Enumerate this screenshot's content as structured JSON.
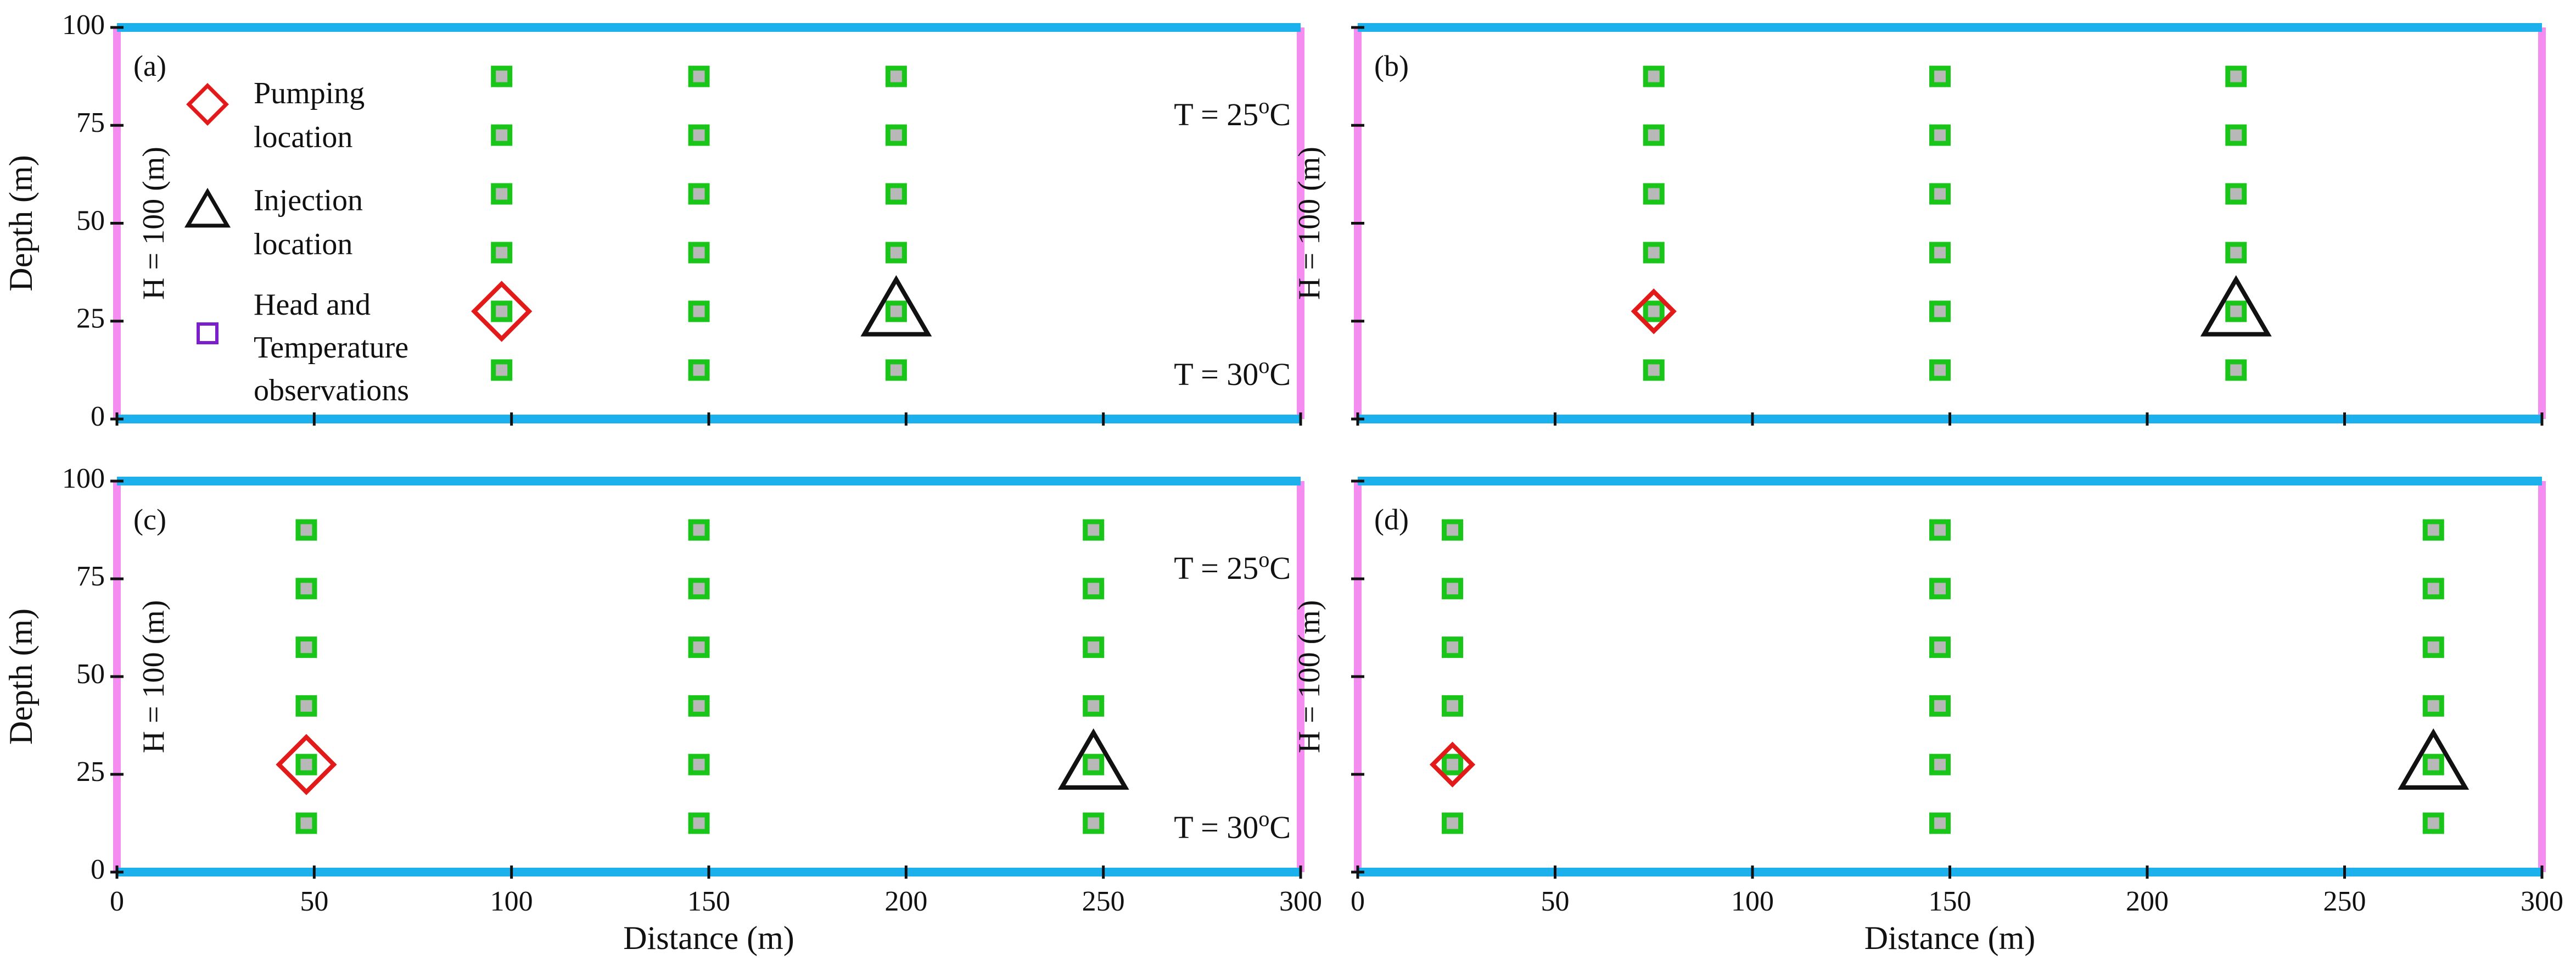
{
  "colors": {
    "boundary_top_bottom": "#1CB0EC",
    "boundary_sides": "#F58CF0",
    "observation_edge": "#19C519",
    "observation_fill": "#B8B8B8",
    "legend_observation_edge": "#7A1FC9",
    "pumping": "#E21A1A",
    "injection": "#111111",
    "axis": "#111111"
  },
  "chart_data": [
    {
      "type": "scatter",
      "panel_label": "(a)",
      "xlim": [
        0,
        300
      ],
      "ylim": [
        0,
        100
      ],
      "xticks": [
        0,
        50,
        100,
        150,
        200,
        250,
        300
      ],
      "yticks": [
        0,
        25,
        50,
        75,
        100
      ],
      "xtick_labels": [],
      "ytick_labels": [
        "0",
        "25",
        "50",
        "75",
        "100"
      ],
      "xlabel": "",
      "ylabel": "Depth (m)",
      "side_label": "H = 100 (m)",
      "temp_top": {
        "text": "T = 25",
        "sup": "o",
        "unit": "C"
      },
      "temp_bottom": {
        "text": "T = 30",
        "sup": "o",
        "unit": "C"
      },
      "observations": {
        "x": [
          97.5,
          147.5,
          197.5
        ],
        "depths": [
          87.5,
          72.5,
          57.5,
          42.5,
          27.5,
          12.5
        ]
      },
      "pumping": {
        "x": 97.5,
        "y": 27.5,
        "size": "large"
      },
      "injection": {
        "x": 197.5,
        "y": 27.5,
        "size": "large"
      },
      "legend": {
        "items": [
          {
            "symbol": "diamond",
            "lines": [
              "Pumping",
              "location"
            ]
          },
          {
            "symbol": "triangle",
            "lines": [
              "Injection",
              "location"
            ]
          },
          {
            "symbol": "square",
            "lines": [
              "Head and",
              "Temperature",
              "observations"
            ]
          }
        ]
      }
    },
    {
      "type": "scatter",
      "panel_label": "(b)",
      "xlim": [
        0,
        300
      ],
      "ylim": [
        0,
        100
      ],
      "xticks": [
        0,
        50,
        100,
        150,
        200,
        250,
        300
      ],
      "yticks": [
        0,
        25,
        50,
        75,
        100
      ],
      "xtick_labels": [],
      "ytick_labels": [],
      "xlabel": "",
      "ylabel": "",
      "side_label": "H = 100 (m)",
      "observations": {
        "x": [
          75,
          147.5,
          222.5
        ],
        "depths": [
          87.5,
          72.5,
          57.5,
          42.5,
          27.5,
          12.5
        ]
      },
      "pumping": {
        "x": 75,
        "y": 27.5,
        "size": "small"
      },
      "injection": {
        "x": 222.5,
        "y": 27.5,
        "size": "large"
      }
    },
    {
      "type": "scatter",
      "panel_label": "(c)",
      "xlim": [
        0,
        300
      ],
      "ylim": [
        0,
        100
      ],
      "xticks": [
        0,
        50,
        100,
        150,
        200,
        250,
        300
      ],
      "yticks": [
        0,
        25,
        50,
        75,
        100
      ],
      "xtick_labels": [
        "0",
        "50",
        "100",
        "150",
        "200",
        "250",
        "300"
      ],
      "ytick_labels": [
        "0",
        "25",
        "50",
        "75",
        "100"
      ],
      "xlabel": "Distance (m)",
      "ylabel": "Depth (m)",
      "side_label": "H = 100 (m)",
      "temp_top": {
        "text": "T = 25",
        "sup": "o",
        "unit": "C"
      },
      "temp_bottom": {
        "text": "T = 30",
        "sup": "o",
        "unit": "C"
      },
      "observations": {
        "x": [
          48,
          147.5,
          247.5
        ],
        "depths": [
          87.5,
          72.5,
          57.5,
          42.5,
          27.5,
          12.5
        ]
      },
      "pumping": {
        "x": 48,
        "y": 27.5,
        "size": "large"
      },
      "injection": {
        "x": 247.5,
        "y": 27.5,
        "size": "large"
      }
    },
    {
      "type": "scatter",
      "panel_label": "(d)",
      "xlim": [
        0,
        300
      ],
      "ylim": [
        0,
        100
      ],
      "xticks": [
        0,
        50,
        100,
        150,
        200,
        250,
        300
      ],
      "yticks": [
        0,
        25,
        50,
        75,
        100
      ],
      "xtick_labels": [
        "0",
        "50",
        "100",
        "150",
        "200",
        "250",
        "300"
      ],
      "ytick_labels": [],
      "xlabel": "Distance (m)",
      "ylabel": "",
      "side_label": "H = 100 (m)",
      "observations": {
        "x": [
          24,
          147.5,
          272.5
        ],
        "depths": [
          87.5,
          72.5,
          57.5,
          42.5,
          27.5,
          12.5
        ]
      },
      "pumping": {
        "x": 24,
        "y": 27.5,
        "size": "small"
      },
      "injection": {
        "x": 272.5,
        "y": 27.5,
        "size": "large"
      }
    }
  ]
}
